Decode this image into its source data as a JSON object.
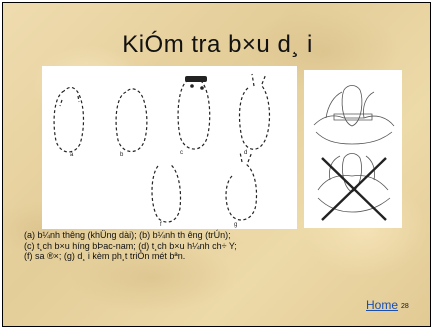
{
  "slide": {
    "title": "KiÓm tra b×u d¸ i",
    "caption_lines": [
      "(a) b¼nh th­êng (khÜng dài); (b) b¼nh th  ­êng (trÚn);",
      "(c) t¸ch b×u h­íng bÞac-nam; (d) t¸ch b×u h¼nh ch÷ Y;",
      "(f) sa ®×; (g) d¸ i kèm ph¸t triÓn mét bªn."
    ],
    "home_label": "Home",
    "page_number": "28"
  },
  "figure_left": {
    "panel_labels": [
      "a",
      "b",
      "c",
      "d",
      "f",
      "g"
    ]
  }
}
